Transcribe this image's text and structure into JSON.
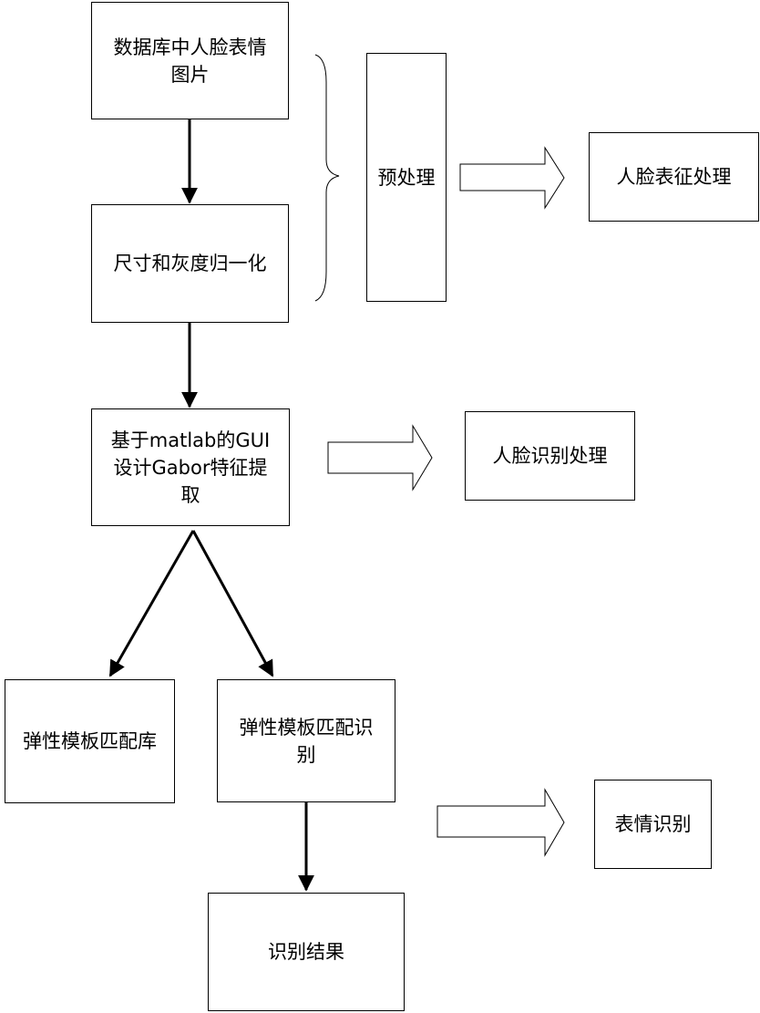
{
  "nodes": {
    "face_db_images": "数据库中人脸表情\n图片",
    "normalize": "尺寸和灰度归一化",
    "preprocess": "预处理",
    "face_representation": "人脸表征处理",
    "gabor_feature": "基于matlab的GUI\n设计Gabor特征提\n取",
    "face_recognition": "人脸识别处理",
    "ebgm_library": "弹性模板匹配库",
    "ebgm_recognition": "弹性模板匹配识\n别",
    "expression_recognition": "表情识别",
    "result": "识别结果"
  }
}
